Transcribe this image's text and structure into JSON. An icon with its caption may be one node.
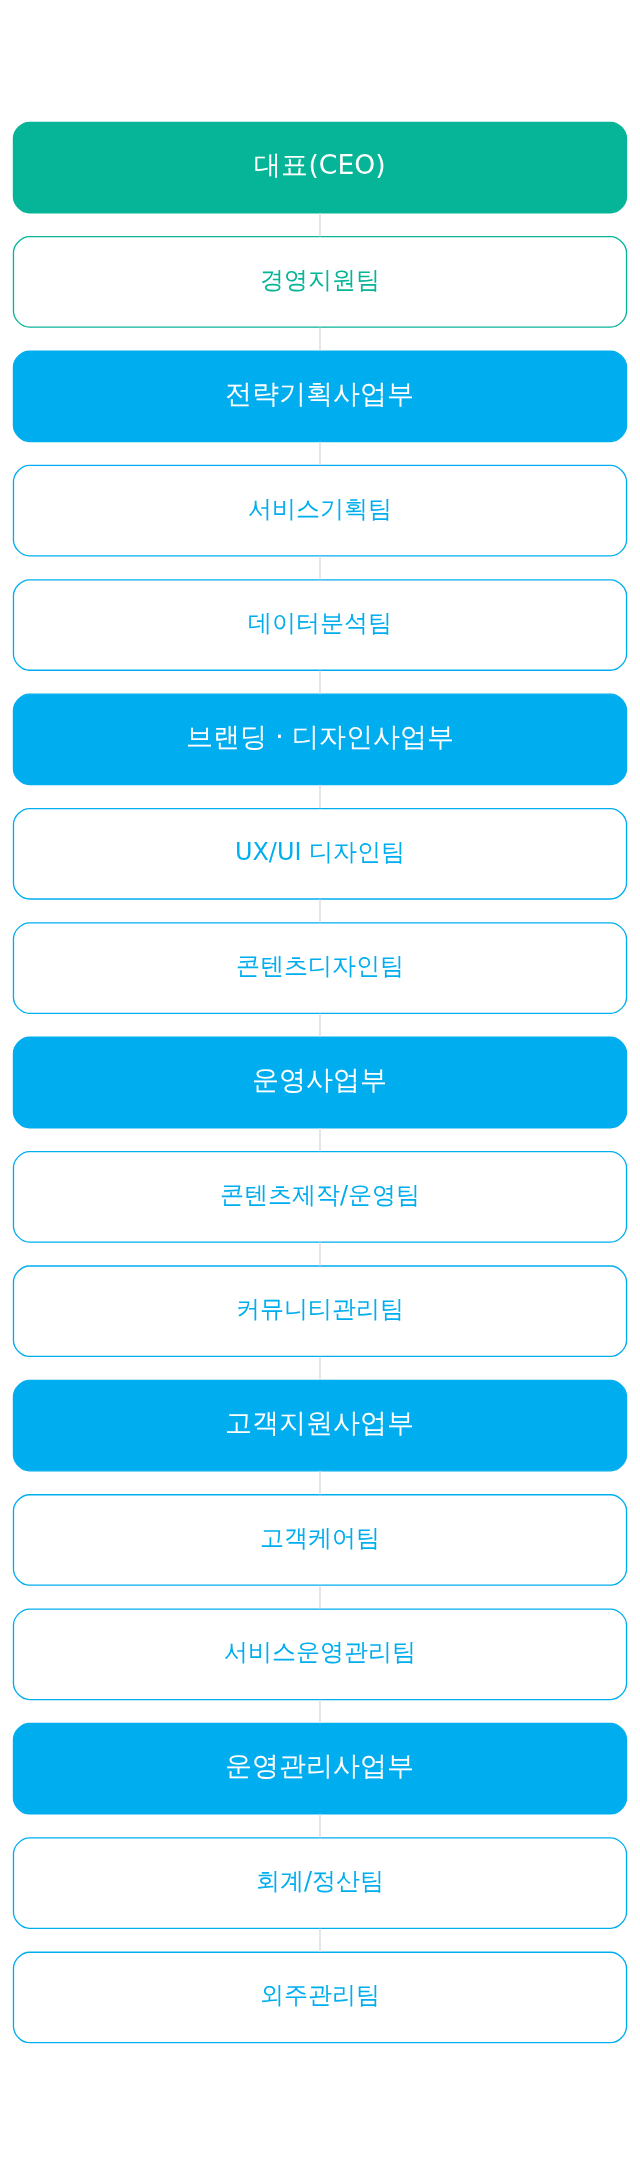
{
  "diagram": {
    "nodes": [
      {
        "text": [
          "대표(CEO)"
        ]
      },
      {
        "text": [
          "경영지원팀"
        ]
      },
      {
        "text": [
          "전략기획사업부"
        ]
      },
      {
        "text": [
          "서비스기획팀"
        ]
      },
      {
        "text": [
          "데이터분석팀"
        ]
      },
      {
        "text": [
          "브랜딩 · 디자인사업부"
        ]
      },
      {
        "text": [
          "UX/UI 디자인팀"
        ]
      },
      {
        "text": [
          "콘텐츠디자인팀"
        ]
      },
      {
        "text": [
          "운영사업부"
        ]
      },
      {
        "text": [
          "콘텐츠제작/운영팀"
        ]
      },
      {
        "text": [
          "커뮤니티관리팀"
        ]
      },
      {
        "text": [
          "고객지원사업부"
        ]
      },
      {
        "text": [
          "고객케어팀"
        ]
      },
      {
        "text": [
          "서비스운영관리팀"
        ]
      },
      {
        "text": [
          "운영관리사업부"
        ]
      },
      {
        "text": [
          "회계/정산팀"
        ]
      },
      {
        "text": [
          "외주관리팀"
        ]
      }
    ],
    "edges": [
      {
        "from": 0,
        "to": 1,
        "arrow": "none"
      },
      {
        "from": 1,
        "to": 2,
        "arrow": "none"
      },
      {
        "from": 2,
        "to": 3,
        "arrow": "none"
      },
      {
        "from": 3,
        "to": 4,
        "arrow": "none"
      },
      {
        "from": 4,
        "to": 5,
        "arrow": "none"
      },
      {
        "from": 5,
        "to": 6,
        "arrow": "none"
      },
      {
        "from": 6,
        "to": 7,
        "arrow": "none"
      },
      {
        "from": 7,
        "to": 8,
        "arrow": "none"
      },
      {
        "from": 8,
        "to": 9,
        "arrow": "none"
      },
      {
        "from": 9,
        "to": 10,
        "arrow": "none"
      },
      {
        "from": 10,
        "to": 11,
        "arrow": "none"
      },
      {
        "from": 11,
        "to": 12,
        "arrow": "none"
      },
      {
        "from": 12,
        "to": 13,
        "arrow": "none"
      },
      {
        "from": 13,
        "to": 14,
        "arrow": "none"
      },
      {
        "from": 14,
        "to": 15,
        "arrow": "none"
      },
      {
        "from": 15,
        "to": 16,
        "arrow": "none"
      }
    ]
  }
}
